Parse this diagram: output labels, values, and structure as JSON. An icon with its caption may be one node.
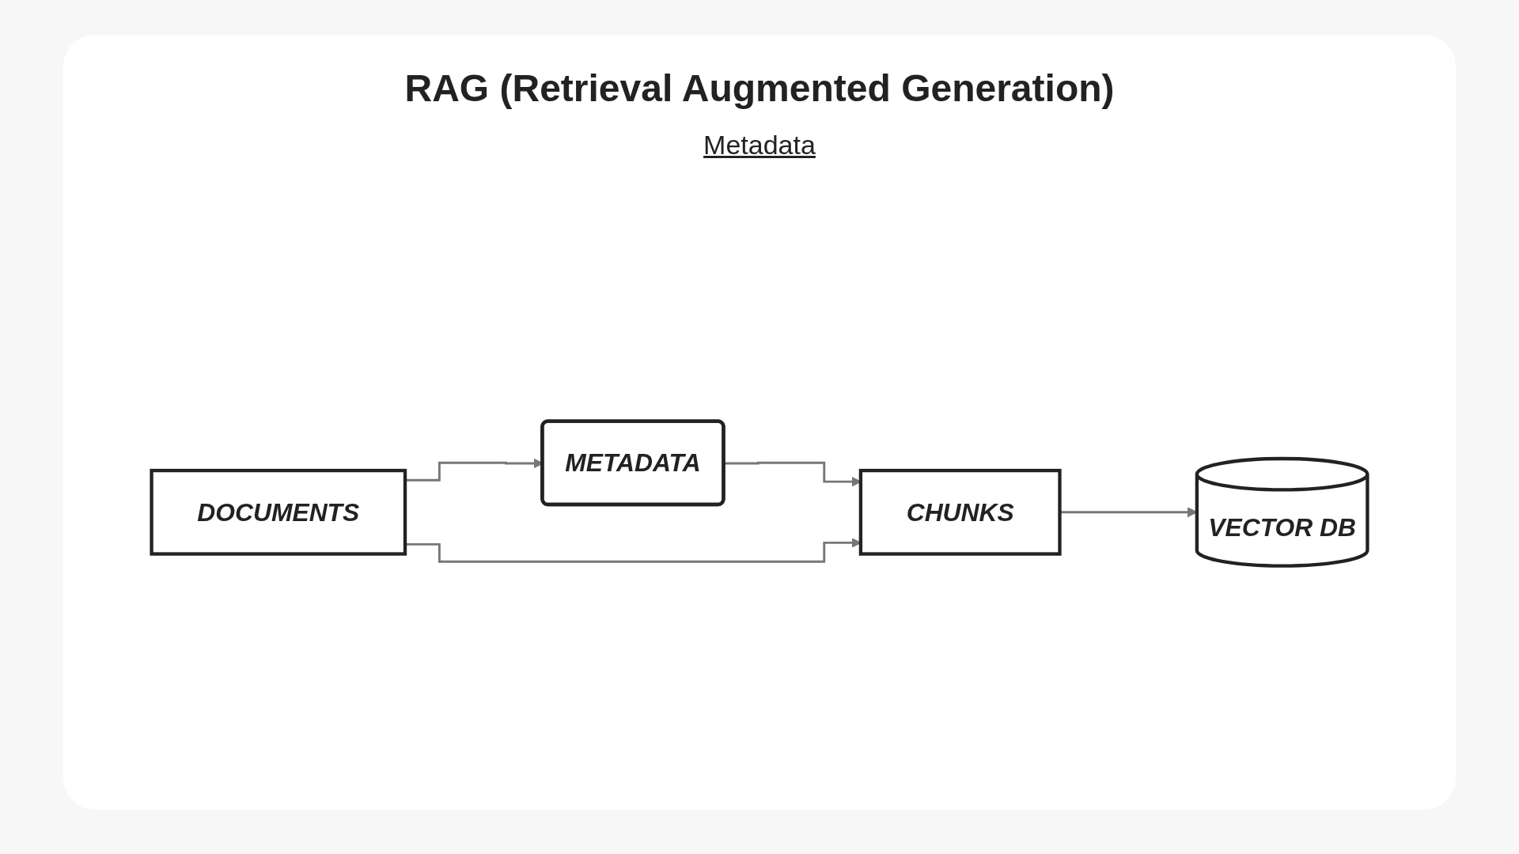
{
  "diagram": {
    "title": "RAG (Retrieval Augmented Generation)",
    "nodes": [
      {
        "text": [
          "DOCUMENTS"
        ]
      },
      {
        "text": [
          "METADATA"
        ]
      },
      {
        "text": [
          "CHUNKS"
        ]
      },
      {
        "text": [
          "VECTOR DB"
        ]
      }
    ],
    "edges": [
      {
        "from": 0,
        "to": 1,
        "arrow": "to"
      },
      {
        "from": 1,
        "to": 2,
        "arrow": "to"
      },
      {
        "from": 0,
        "to": 2,
        "arrow": "to"
      },
      {
        "from": 2,
        "to": 3,
        "arrow": "to"
      }
    ],
    "labels": [
      "Metadata"
    ]
  }
}
